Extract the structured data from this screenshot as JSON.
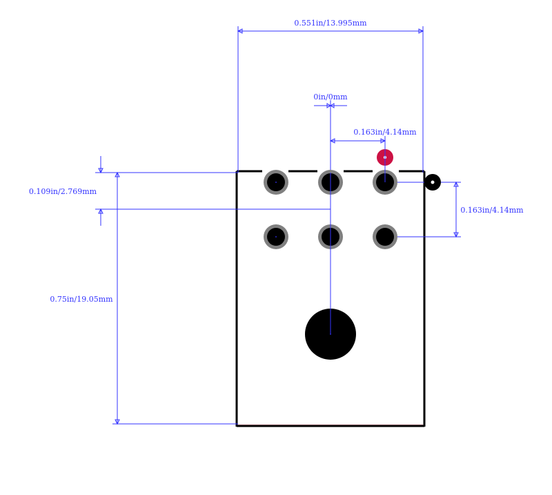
{
  "dimensions": {
    "total_width": "0.551in/13.995mm",
    "center_offset": "0in/0mm",
    "pin_pitch_horizontal": "0.163in/4.14mm",
    "top_offset": "0.109in/2.769mm",
    "row_pitch_vertical": "0.163in/4.14mm",
    "total_height": "0.75in/19.05mm"
  },
  "colors": {
    "dimension_line": "#3333ff",
    "outline": "#000000",
    "pad_ring": "#808080",
    "pad_hole": "#000000",
    "pin1_marker": "#cc1144",
    "background": "#ffffff"
  }
}
